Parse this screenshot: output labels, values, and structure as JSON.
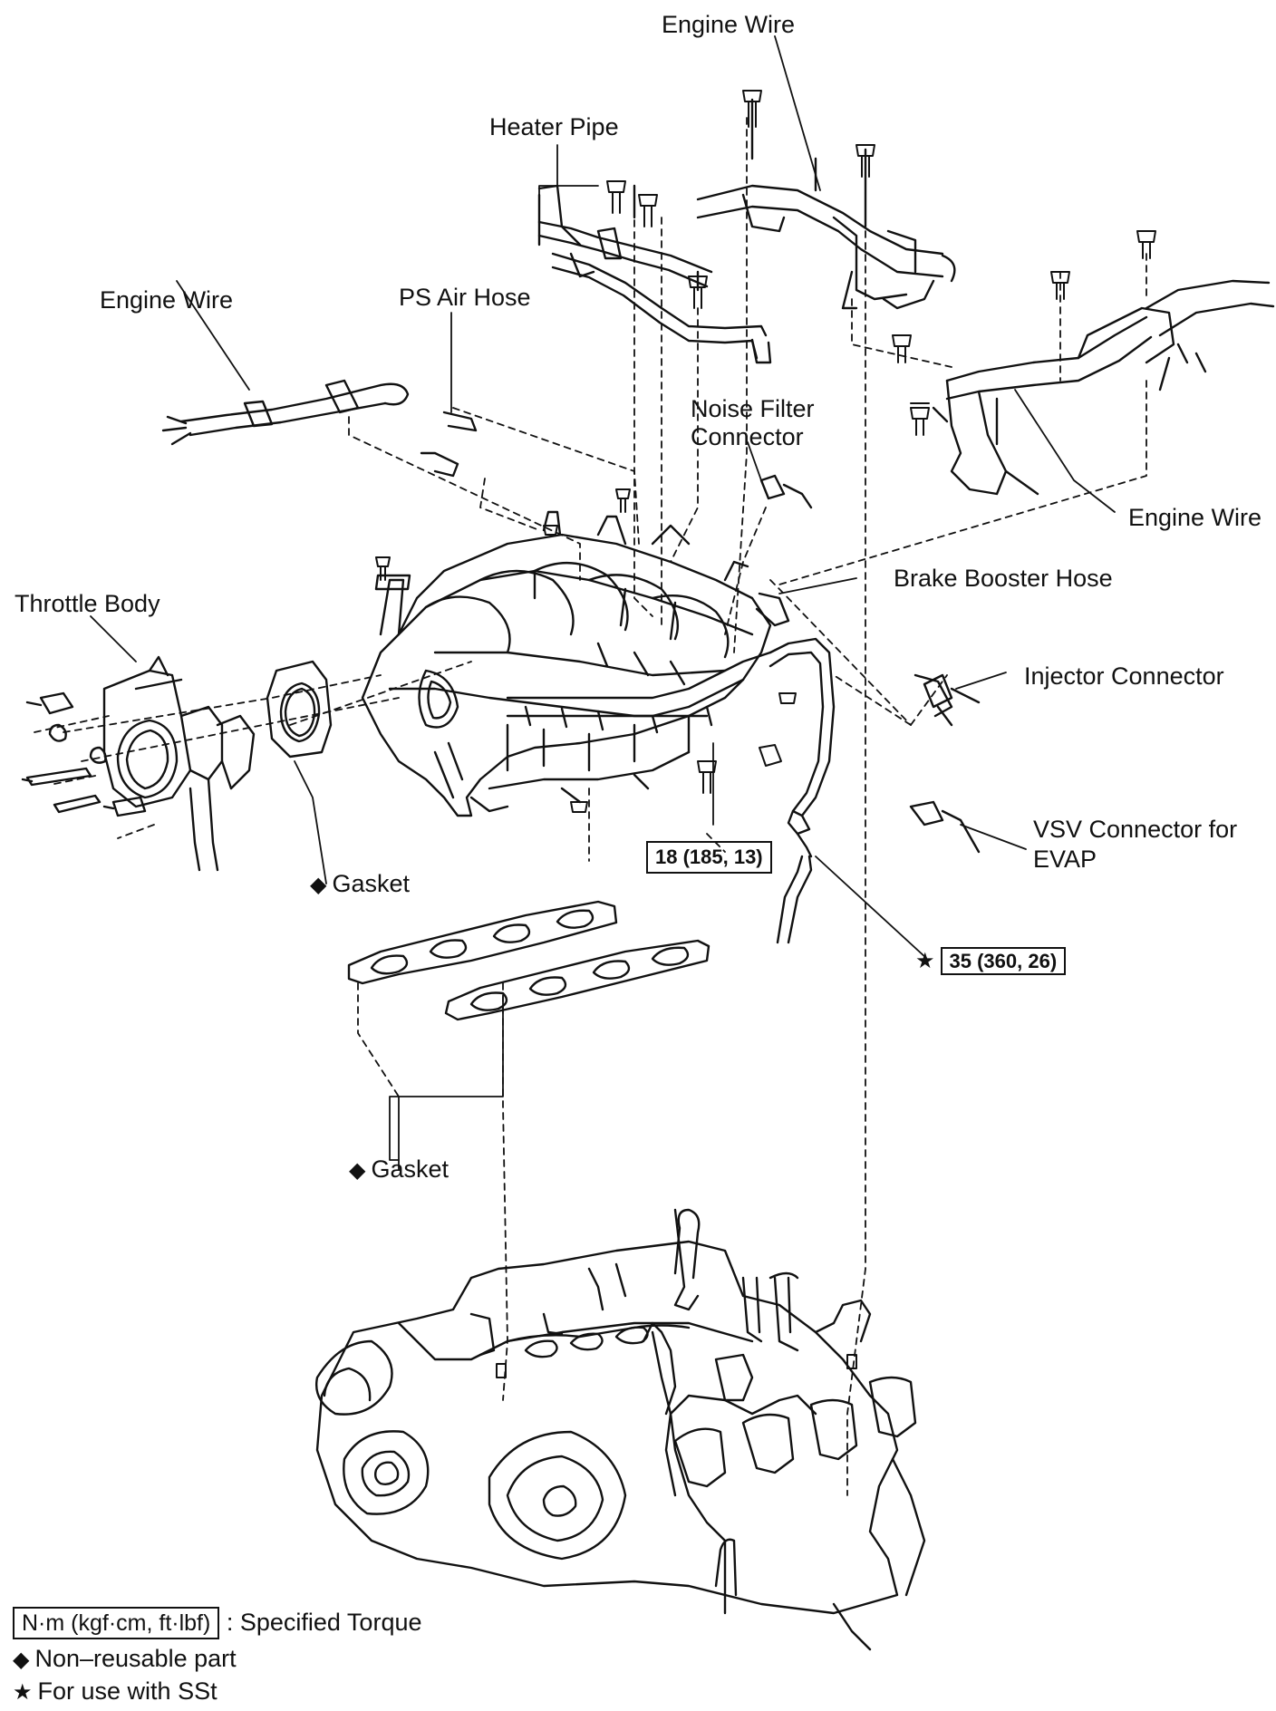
{
  "labels": {
    "engine_wire_top": "Engine Wire",
    "heater_pipe": "Heater Pipe",
    "engine_wire_left": "Engine Wire",
    "ps_air_hose": "PS Air Hose",
    "noise_filter_connector_l1": "Noise Filter",
    "noise_filter_connector_l2": "Connector",
    "engine_wire_right": "Engine Wire",
    "brake_booster_hose": "Brake Booster Hose",
    "throttle_body": "Throttle Body",
    "injector_connector": "Injector Connector",
    "vsv_connector_l1": "VSV Connector for",
    "vsv_connector_l2": "EVAP",
    "gasket_upper": "Gasket",
    "gasket_lower": "Gasket"
  },
  "torque": {
    "manifold_bolt": "18 (185, 13)",
    "union_bolt": "35 (360, 26)"
  },
  "symbols": {
    "non_reusable": "◆",
    "sst": "★"
  },
  "legend": {
    "torque_unit_box": "N·m (kgf·cm, ft·lbf)",
    "torque_desc": ": Specified Torque",
    "non_reusable": "Non–reusable part",
    "sst": "For use with SSt"
  }
}
